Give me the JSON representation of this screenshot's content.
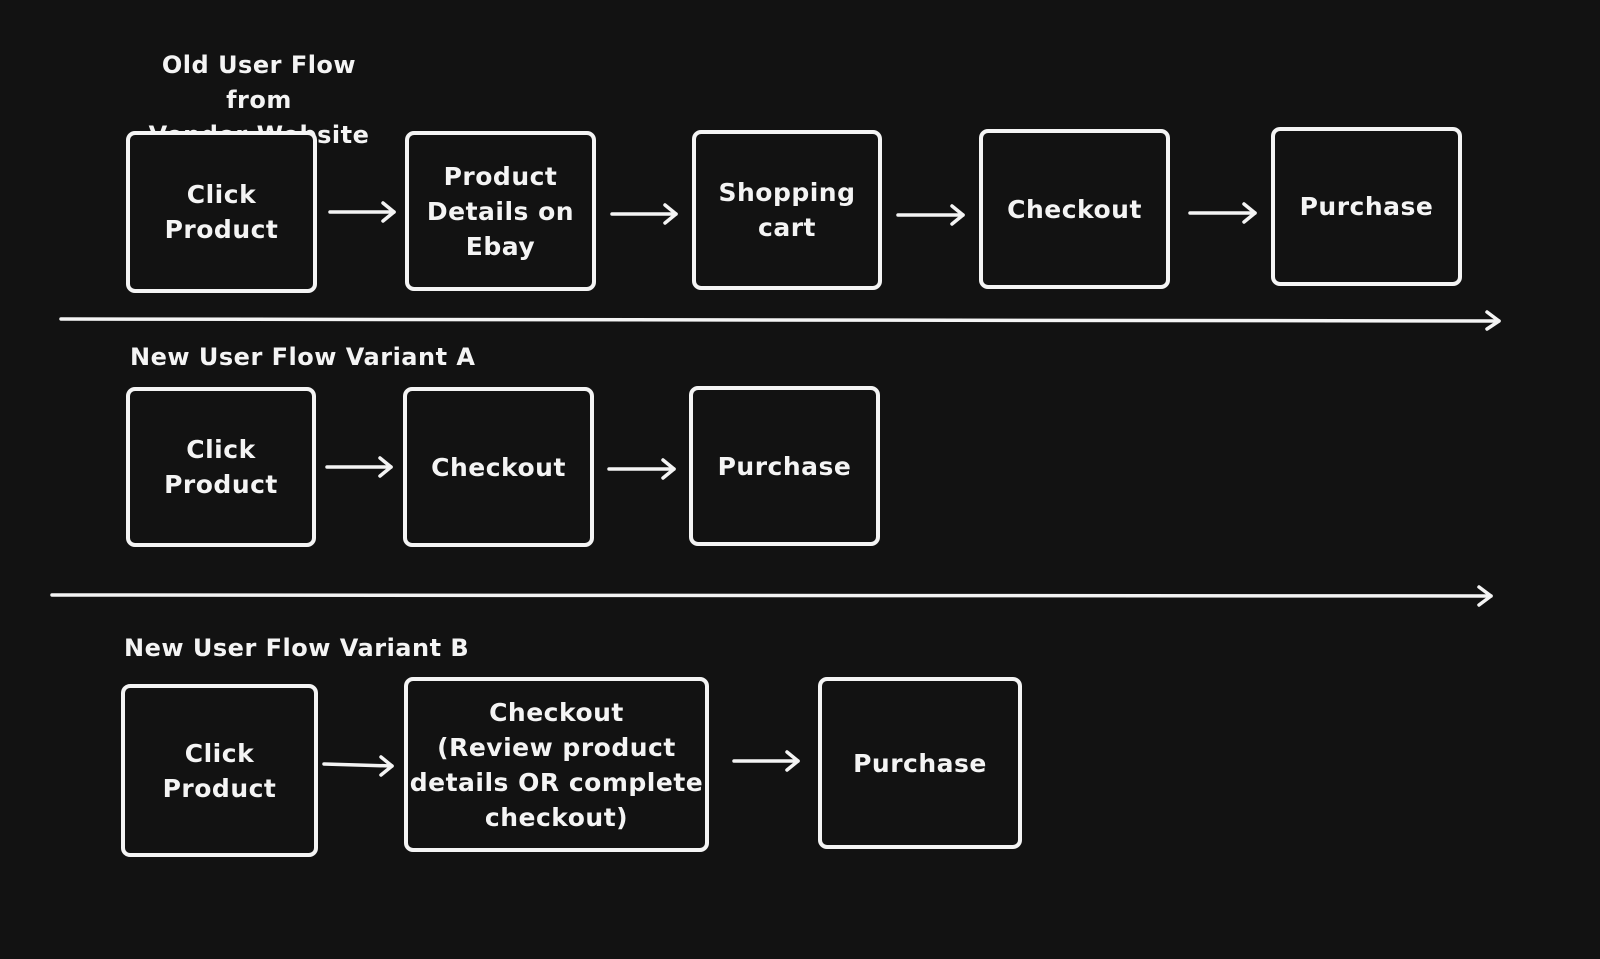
{
  "colors": {
    "background": "#121212",
    "stroke": "#f4f4f4"
  },
  "flows": {
    "old": {
      "title": "Old User Flow from\nVendor Website",
      "steps": [
        "Click\nProduct",
        "Product\nDetails on\nEbay",
        "Shopping\ncart",
        "Checkout",
        "Purchase"
      ]
    },
    "variant_a": {
      "title": "New User Flow Variant A",
      "steps": [
        "Click\nProduct",
        "Checkout",
        "Purchase"
      ]
    },
    "variant_b": {
      "title": "New User Flow Variant B",
      "steps": [
        "Click\nProduct",
        "Checkout\n(Review product\ndetails OR complete\ncheckout)",
        "Purchase"
      ]
    }
  }
}
